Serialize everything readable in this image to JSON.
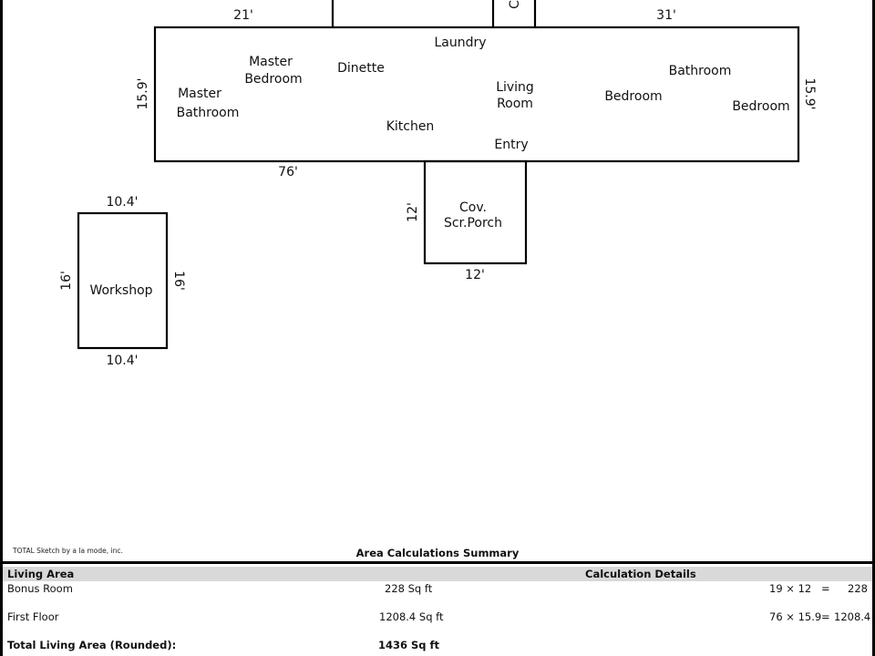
{
  "sketch": {
    "rooms": {
      "laundry": "Laundry",
      "master_bedroom_1": "Master",
      "master_bedroom_2": "Bedroom",
      "dinette": "Dinette",
      "master_bathroom_1": "Master",
      "master_bathroom_2": "Bathroom",
      "kitchen": "Kitchen",
      "living_room_1": "Living",
      "living_room_2": "Room",
      "entry": "Entry",
      "bedroom_a": "Bedroom",
      "bathroom": "Bathroom",
      "bedroom_b": "Bedroom",
      "porch_1": "Cov.",
      "porch_2": "Scr.Porch",
      "workshop": "Workshop",
      "cut_off_label": "C"
    },
    "dimensions": {
      "main_top_left": "21'",
      "main_top_right": "31'",
      "main_left": "15.9'",
      "main_right": "15.9'",
      "main_bottom": "76'",
      "porch_left": "12'",
      "porch_bottom": "12'",
      "workshop_top": "10.4'",
      "workshop_bottom": "10.4'",
      "workshop_left": "16'",
      "workshop_right": "16'"
    }
  },
  "footer": {
    "credit": "TOTAL Sketch by a la mode, inc.",
    "summary_title": "Area Calculations Summary",
    "living_area_header": "Living Area",
    "calc_details_header": "Calculation Details",
    "rows": [
      {
        "name": "Bonus Room",
        "area": "228 Sq ft",
        "calc": "19 × 12",
        "eq": "=",
        "result": "228"
      },
      {
        "name": "First Floor",
        "area": "1208.4 Sq ft",
        "calc": "76 × 15.9",
        "eq": "=",
        "result": "1208.4"
      }
    ],
    "total_label": "Total Living Area (Rounded):",
    "total_value": "1436 Sq ft"
  }
}
